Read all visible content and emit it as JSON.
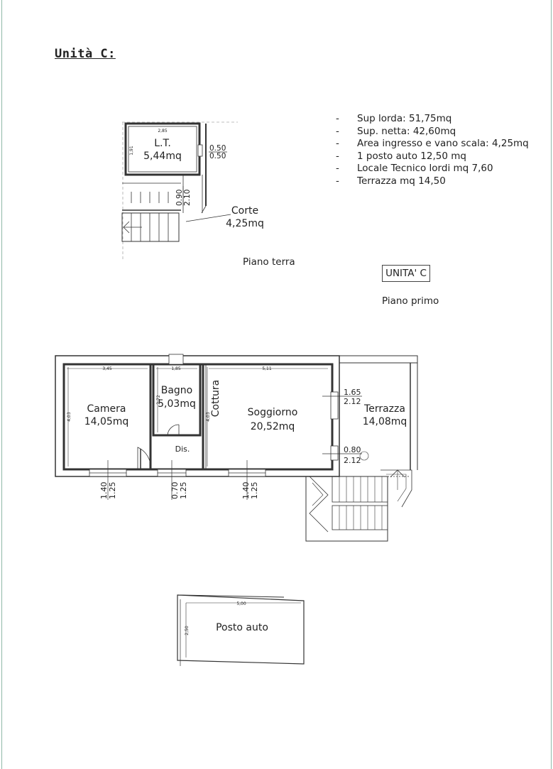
{
  "title": "Unità C:",
  "specs": [
    "Sup lorda: 51,75mq",
    "Sup. netta: 42,60mq",
    "Area ingresso e vano scala: 4,25mq",
    "1 posto auto 12,50 mq",
    "Locale Tecnico lordi mq 7,60",
    "Terrazza mq 14,50"
  ],
  "spec_bullet": "-",
  "ground_floor": {
    "label": "Piano terra",
    "lt_name": "L.T.",
    "lt_area": "5,44mq",
    "lt_width_dim": "2,85",
    "lt_depth_dim": "1,91",
    "window_dim_top": "0.50",
    "window_dim_bottom": "0.50",
    "door_dim_top": "0.90",
    "door_dim_bottom": "2.10",
    "corte_name": "Corte",
    "corte_area": "4,25mq"
  },
  "unit_label": "UNITA' C",
  "first_floor": {
    "label": "Piano primo",
    "camera_name": "Camera",
    "camera_area": "14,05mq",
    "camera_width_dim": "3,45",
    "camera_depth_dim": "4,03",
    "bagno_name": "Bagno",
    "bagno_area": "5,03mq",
    "bagno_width_dim": "1,85",
    "bagno_depth_dim": "2,72",
    "dis_name": "Dis.",
    "cottura_name": "Cottura",
    "cottura_depth_dim": "4,03",
    "soggiorno_name": "Soggiorno",
    "soggiorno_area": "20,52mq",
    "soggiorno_width_dim": "5,11",
    "terrazza_name": "Terrazza",
    "terrazza_area": "14,08mq",
    "win_t1_top": "1.65",
    "win_t1_bottom": "2.12",
    "win_t2_top": "0.80",
    "win_t2_bottom": "2.12",
    "win_b1_top": "1.40",
    "win_b1_bottom": "1.25",
    "win_b2_top": "0.70",
    "win_b2_bottom": "1.25",
    "win_b3_top": "1.40",
    "win_b3_bottom": "1.25"
  },
  "parking": {
    "name": "Posto auto",
    "width_dim": "5,00",
    "depth_dim": "2,50"
  }
}
